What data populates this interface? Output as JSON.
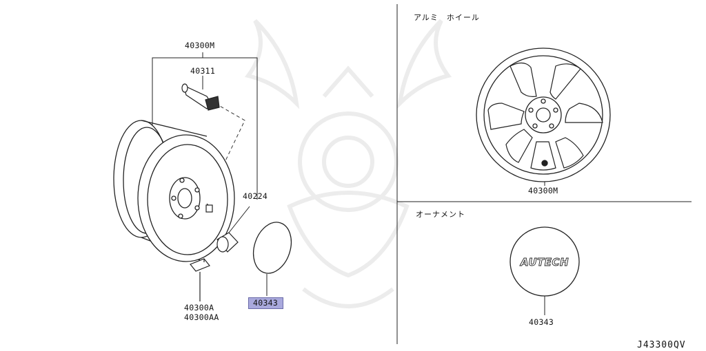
{
  "callouts": {
    "wheel_assembly": "40300M",
    "valve": "40311",
    "nut": "40224",
    "ornament_left": "40343",
    "weight_a": "40300A",
    "weight_aa": "40300AA",
    "alloy_wheel": "40300M",
    "ornament_right": "40343"
  },
  "sections": {
    "alloy_wheel_heading": "アルミ　ホイール",
    "ornament_heading": "オーナメント"
  },
  "emblem_text": "AUTECH",
  "diagram_code": "J43300QV",
  "colors": {
    "highlight": "#a9a9dd",
    "line": "#222222",
    "watermark": "#ececec"
  }
}
